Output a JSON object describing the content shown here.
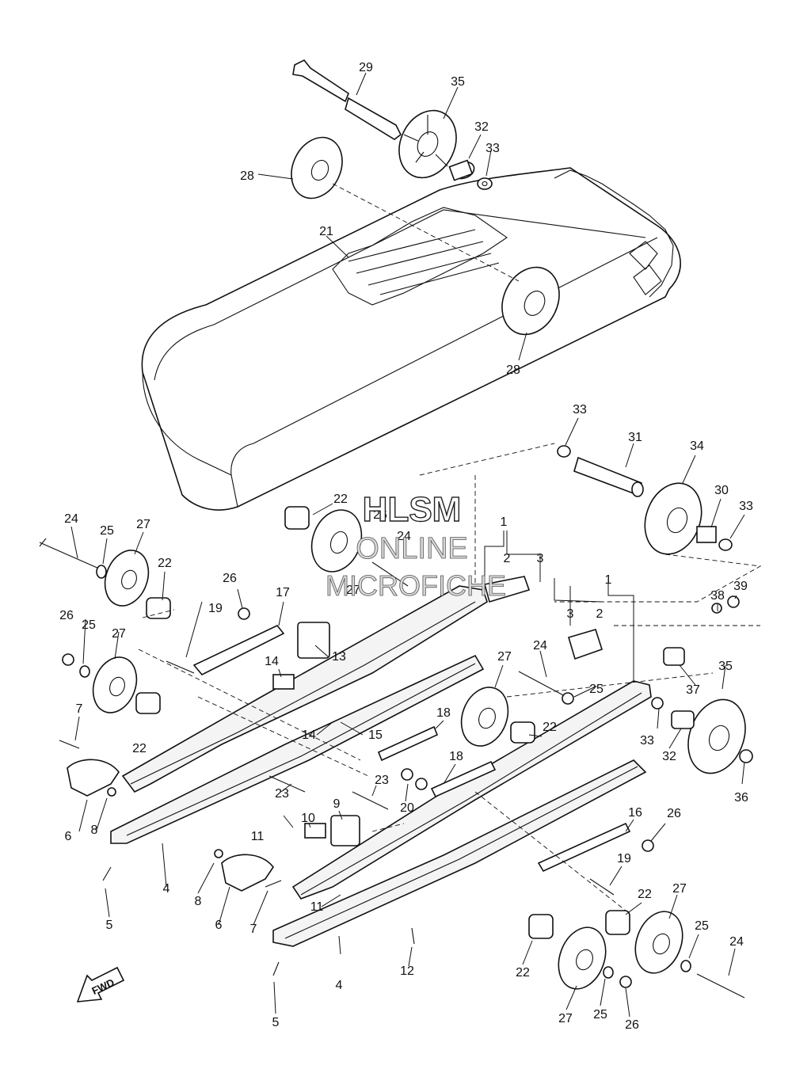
{
  "watermark": {
    "line1": "HLSM",
    "line2": "ONLINE",
    "line3": "MICROFICHE"
  },
  "direction_label": "FWD",
  "callouts": {
    "c29": "29",
    "c35a": "35",
    "c32a": "32",
    "c33a": "33",
    "c28a": "28",
    "c21": "21",
    "c28b": "28",
    "c33b": "33",
    "c31": "31",
    "c34": "34",
    "c30": "30",
    "c33c": "33",
    "c22a": "22",
    "c26a": "26",
    "c24a": "24",
    "c27a": "27",
    "c1a": "1",
    "c2a": "2",
    "c3a": "3",
    "c24b": "24",
    "c25a": "25",
    "c27b": "27",
    "c22b": "22",
    "c26b": "26",
    "c17": "17",
    "c19a": "19",
    "c13": "13",
    "c1b": "1",
    "c3b": "3",
    "c2b": "2",
    "c38": "38",
    "c39": "39",
    "c26c": "26",
    "c25b": "25",
    "c27c": "27",
    "c14a": "14",
    "c24c": "24",
    "c25c": "25",
    "c37": "37",
    "c35b": "35",
    "c7a": "7",
    "c22c": "22",
    "c14b": "14",
    "c15": "15",
    "c27d": "27",
    "c18a": "18",
    "c22d": "22",
    "c33d": "33",
    "c32b": "32",
    "c36": "36",
    "c18b": "18",
    "c23a": "23",
    "c20": "20",
    "c6a": "6",
    "c8a": "8",
    "c23b": "23",
    "c9": "9",
    "c10": "10",
    "c11a": "11",
    "c16": "16",
    "c26d": "26",
    "c4a": "4",
    "c19b": "19",
    "c5a": "5",
    "c8b": "8",
    "c6b": "6",
    "c7b": "7",
    "c11b": "11",
    "c22e": "22",
    "c27e": "27",
    "c22f": "22",
    "c25d": "25",
    "c24d": "24",
    "c12": "12",
    "c4b": "4",
    "c22g": "22",
    "c27f": "27",
    "c25e": "25",
    "c26e": "26",
    "c5b": "5"
  }
}
